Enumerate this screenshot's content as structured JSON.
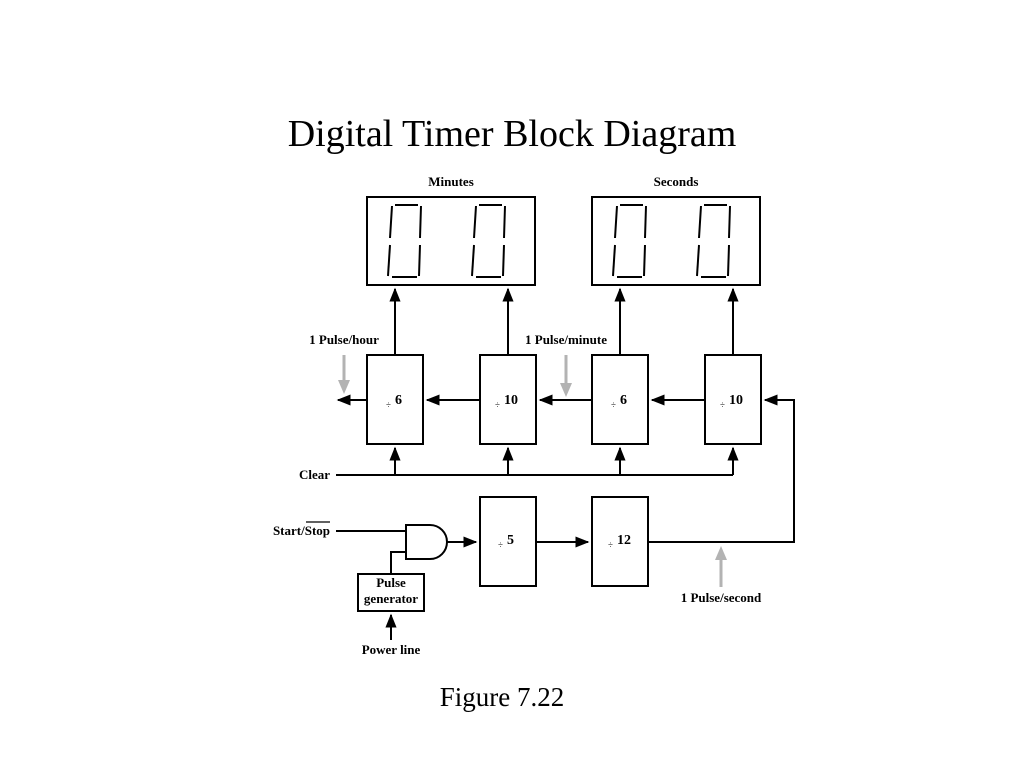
{
  "title": "Digital Timer Block Diagram",
  "caption": "Figure 7.22",
  "labels": {
    "minutes": "Minutes",
    "seconds": "Seconds",
    "pulse_hour": "1 Pulse/hour",
    "pulse_minute": "1 Pulse/minute",
    "pulse_second": "1 Pulse/second",
    "clear": "Clear",
    "start_stop": "Start/Stop",
    "pulse_generator_line1": "Pulse",
    "pulse_generator_line2": "generator",
    "power_line": "Power line"
  },
  "counters": {
    "min_tens": {
      "symbol": "÷",
      "value": "6"
    },
    "min_units": {
      "symbol": "÷",
      "value": "10"
    },
    "sec_tens": {
      "symbol": "÷",
      "value": "6"
    },
    "sec_units": {
      "symbol": "÷",
      "value": "10"
    },
    "div5": {
      "symbol": "÷",
      "value": "5"
    },
    "div12": {
      "symbol": "÷",
      "value": "12"
    }
  }
}
